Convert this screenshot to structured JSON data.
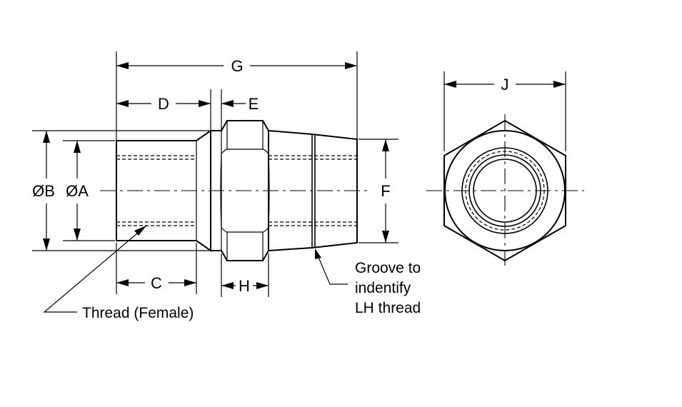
{
  "labels": {
    "g": "G",
    "d": "D",
    "e": "E",
    "j": "J",
    "ob": "ØB",
    "oa": "ØA",
    "f": "F",
    "c": "C",
    "h": "H",
    "thread_note": "Thread (Female)",
    "groove_line1": "Groove to",
    "groove_line2": "indentify",
    "groove_line3": "LH thread"
  }
}
